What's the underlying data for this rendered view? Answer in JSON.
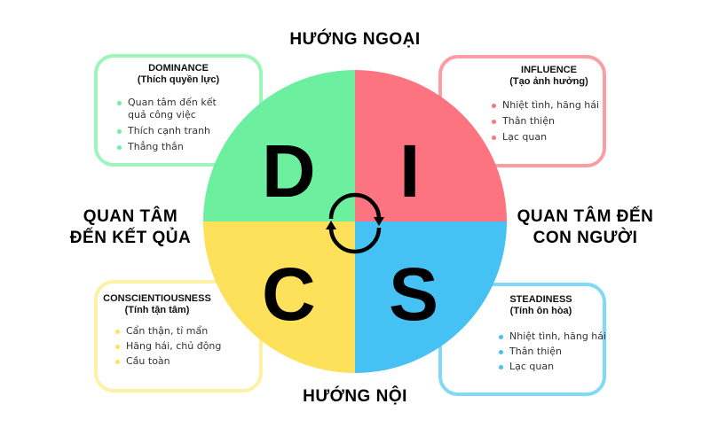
{
  "diagram": {
    "type": "DISC personality wheel",
    "axes": {
      "top": "HƯỚNG NGOẠI",
      "bottom": "HƯỚNG NỘI",
      "left_line1": "QUAN TÂM",
      "left_line2": "ĐẾN KẾT QỦA",
      "right_line1": "QUAN TÂM ĐẾN",
      "right_line2": "CON NGƯỜI"
    },
    "center_icon": "cycle-arrows-icon",
    "quadrants": [
      {
        "letter": "D",
        "color": "#6DEFA0",
        "border_color": "#9DF5B9",
        "title": "DOMINANCE",
        "subtitle": "(Thích quyền lực)",
        "items": [
          "Quan tâm đến kết quả công việc",
          "Thích cạnh tranh",
          "Thẳng thắn"
        ]
      },
      {
        "letter": "I",
        "color": "#FC7480",
        "border_color": "#FC9CA3",
        "title": "INFLUENCE",
        "subtitle": "(Tạo ảnh hưởng)",
        "items": [
          "Nhiệt tình, hăng hái",
          "Thân thiện",
          "Lạc quan"
        ]
      },
      {
        "letter": "C",
        "color": "#FDE15A",
        "border_color": "#FDF1A3",
        "title": "CONSCIENTIOUSNESS",
        "subtitle": "(Tính tận tâm)",
        "items": [
          "Cẩn thận, tỉ mẩn",
          "Hăng hái, chủ động",
          "Cầu toàn"
        ]
      },
      {
        "letter": "S",
        "color": "#45C1F3",
        "border_color": "#7FD9F8",
        "title": "STEADINESS",
        "subtitle": "(Tính ôn hòa)",
        "items": [
          "Nhiệt tình, hăng hái",
          "Thân thiện",
          "Lạc quan"
        ]
      }
    ]
  }
}
